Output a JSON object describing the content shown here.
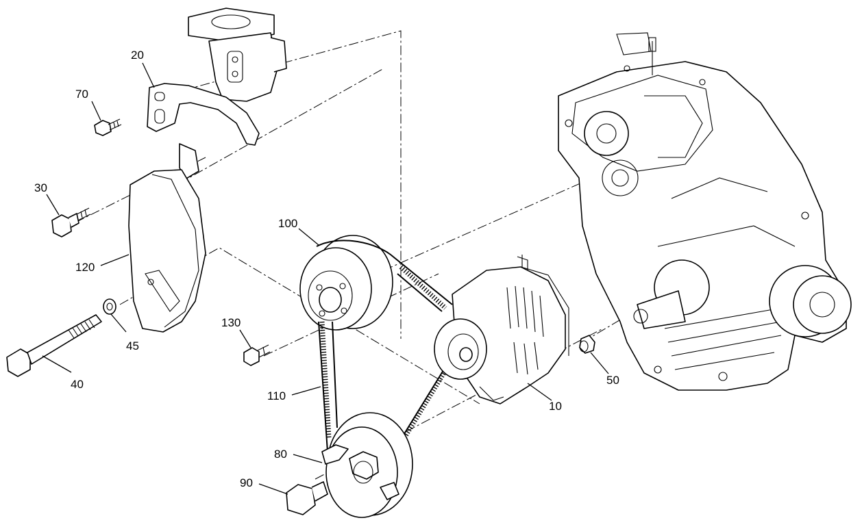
{
  "labels": {
    "p20": "20",
    "p70": "70",
    "p30": "30",
    "p120": "120",
    "p45": "45",
    "p40": "40",
    "p130": "130",
    "p100": "100",
    "p110": "110",
    "p80": "80",
    "p90": "90",
    "p10": "10",
    "p50": "50"
  }
}
